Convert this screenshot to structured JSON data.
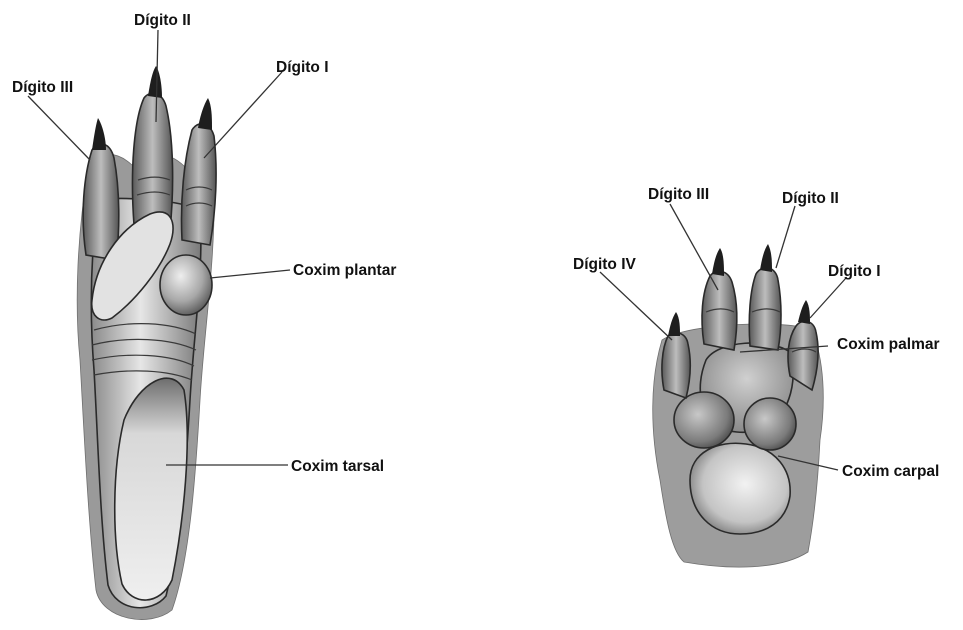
{
  "hind_foot": {
    "labels": {
      "digit_2": "Dígito II",
      "digit_3": "Dígito III",
      "digit_1": "Dígito I",
      "plantar_pad": "Coxim plantar",
      "tarsal_pad": "Coxim tarsal"
    }
  },
  "fore_foot": {
    "labels": {
      "digit_3": "Dígito III",
      "digit_2": "Dígito II",
      "digit_4": "Dígito IV",
      "digit_1": "Dígito I",
      "palmar_pad": "Coxim palmar",
      "carpal_pad": "Coxim carpal"
    }
  },
  "colors": {
    "label_text": "#111111",
    "leader_line": "#333333",
    "skin_dark": "#5e5e5e",
    "skin_light": "#d9d9d9",
    "claw": "#1e1e1e"
  }
}
